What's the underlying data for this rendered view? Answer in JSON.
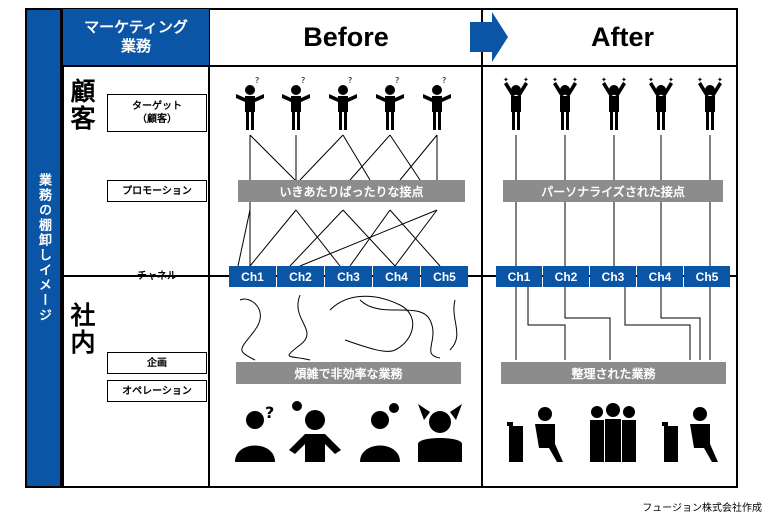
{
  "sidebar_label": "業務の棚卸しイメージ",
  "header": {
    "marketing_ops": "マーケティング\n業務",
    "before": "Before",
    "after": "After"
  },
  "categories": {
    "customer": "顧\n客",
    "internal": "社\n内"
  },
  "row_labels": {
    "target": "ターゲット\n（顧客）",
    "promotion": "プロモーション",
    "channel": "チャネル",
    "planning": "企画",
    "operation": "オペレーション"
  },
  "before": {
    "touchpoint_bar": "いきあたりばったりな接点",
    "ops_bar": "煩雑で非効率な業務",
    "channels": [
      "Ch1",
      "Ch2",
      "Ch3",
      "Ch4",
      "Ch5"
    ]
  },
  "after": {
    "touchpoint_bar": "パーソナライズされた接点",
    "ops_bar": "整理された業務",
    "channels": [
      "Ch1",
      "Ch2",
      "Ch3",
      "Ch4",
      "Ch5"
    ]
  },
  "credit": "フュージョン株式会社作成",
  "colors": {
    "brand_blue": "#0b55a6",
    "bar_gray": "#8c8c8c",
    "line": "#000000"
  }
}
